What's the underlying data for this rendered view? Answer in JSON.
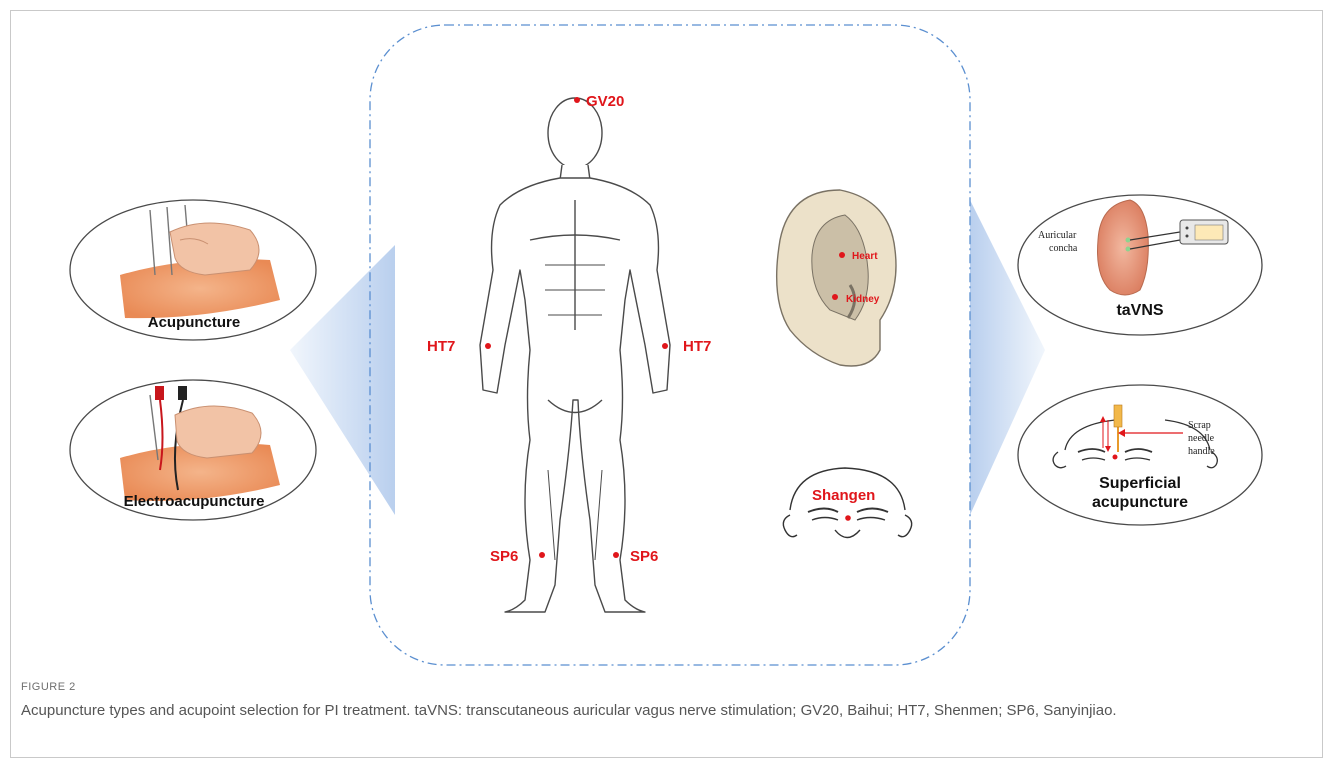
{
  "left_panel": {
    "acupuncture_label": "Acupuncture",
    "electro_label": "Electroacupuncture"
  },
  "center_panel": {
    "points": {
      "gv20": "GV20",
      "ht7_left": "HT7",
      "ht7_right": "HT7",
      "sp6_left": "SP6",
      "sp6_right": "SP6"
    },
    "ear": {
      "heart": "Heart",
      "kidney": "Kidney"
    },
    "face": {
      "shangen": "Shangen"
    }
  },
  "right_panel": {
    "tavns_label": "taVNS",
    "auricular_label_1": "Auricular",
    "auricular_label_2": "concha",
    "superficial_label_1": "Superficial",
    "superficial_label_2": "acupuncture",
    "scrap_1": "Scrap",
    "scrap_2": "needle",
    "scrap_3": "handle"
  },
  "caption": {
    "label": "FIGURE 2",
    "text": "Acupuncture types and acupoint selection for PI treatment. taVNS: transcutaneous auricular vagus nerve stimulation; GV20, Baihui; HT7, Shenmen; SP6, Sanyinjiao."
  },
  "colors": {
    "accent_red": "#e0161b",
    "dash_blue": "#5b8fd0",
    "arrow_blue": "#c7d8ef"
  }
}
